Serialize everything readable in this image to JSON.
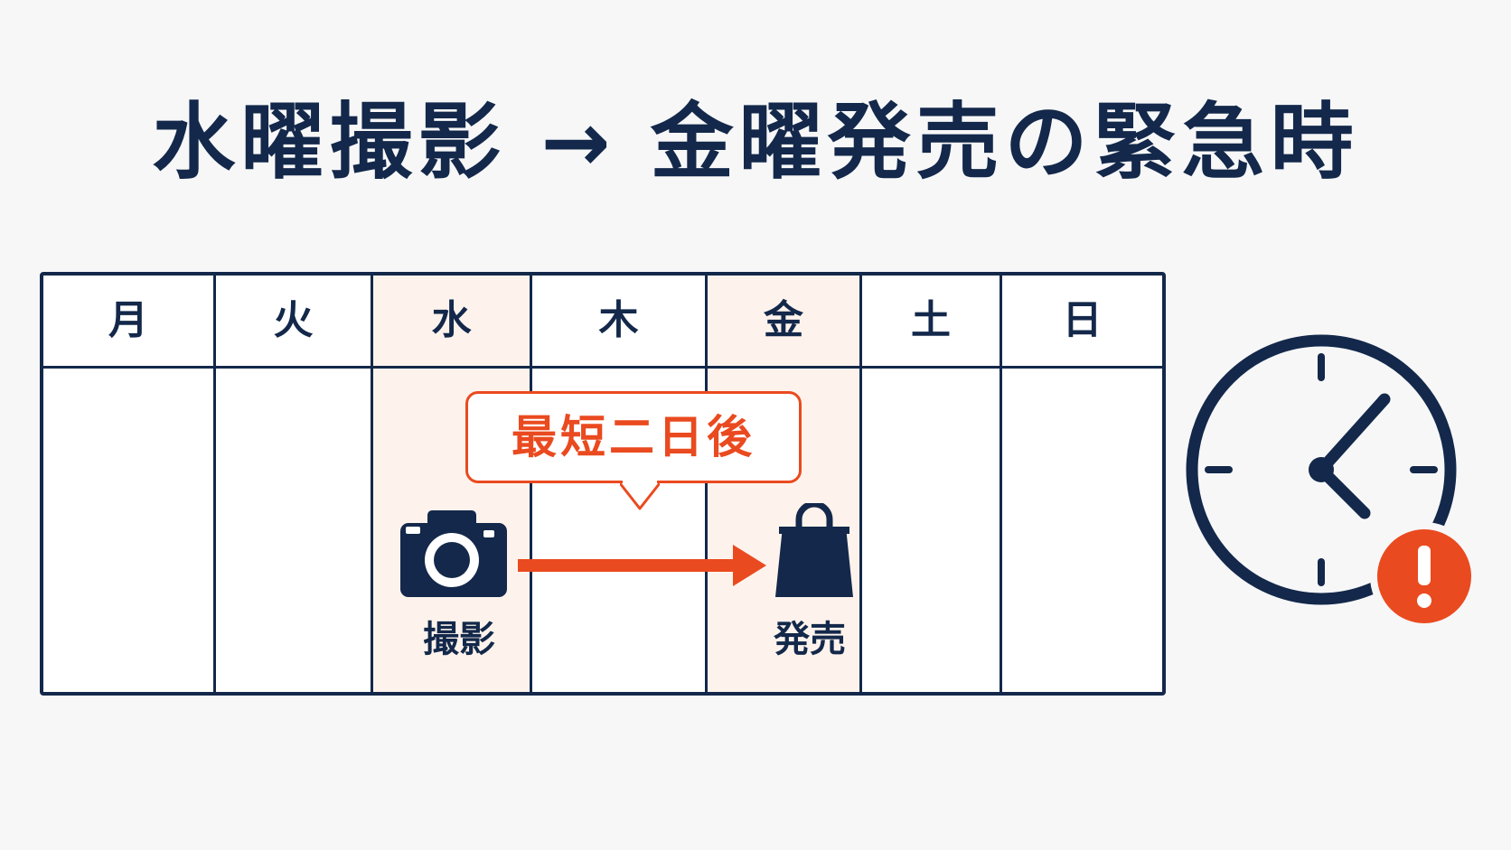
{
  "title": "水曜撮影 → 金曜発売の緊急時",
  "calendar": {
    "days": [
      "月",
      "火",
      "水",
      "木",
      "金",
      "土",
      "日"
    ],
    "highlighted_days": [
      "水",
      "金"
    ],
    "callout": "最短二日後",
    "shoot_label": "撮影",
    "release_label": "発売",
    "shoot_icon": "camera-icon",
    "release_icon": "shopping-bag-icon"
  },
  "clock_icon": "clock-with-alert-icon",
  "colors": {
    "navy": "#13284a",
    "accent": "#ea4a1f",
    "highlight": "#fdf3ec",
    "background": "#f7f7f8"
  }
}
